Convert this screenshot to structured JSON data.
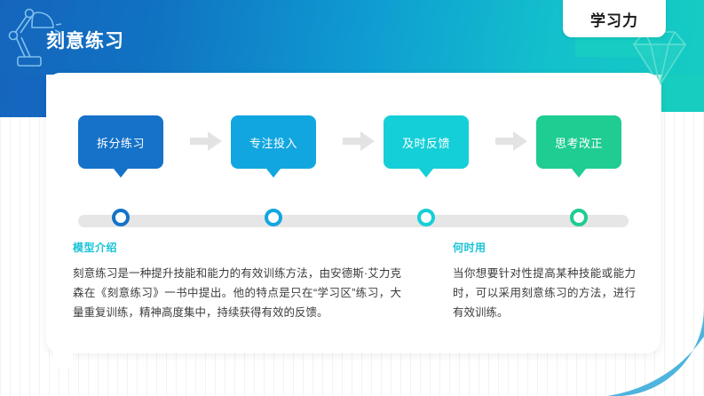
{
  "header": {
    "title": "刻意练习",
    "lamp_icon": "desk-lamp-icon",
    "gradient_start": "#1565bd",
    "gradient_end": "#15ccc2"
  },
  "badge": {
    "label": "学习力",
    "diamond_icon": "diamond-icon"
  },
  "flow": {
    "steps": [
      {
        "label": "拆分练习",
        "color": "#1572c8"
      },
      {
        "label": "专注投入",
        "color": "#12a6e0"
      },
      {
        "label": "及时反馈",
        "color": "#15cfd8"
      },
      {
        "label": "思考改正",
        "color": "#1fcc92"
      }
    ],
    "arrow_color": "#e3e3e3",
    "track_color": "#e6e6e6"
  },
  "sections": [
    {
      "heading": "模型介绍",
      "body": "刻意练习是一种提升技能和能力的有效训练方法，由安德斯·艾力克森在《刻意练习》一书中提出。他的特点是只在“学习区”练习，大量重复训练，精神高度集中，持续获得有效的反馈。"
    },
    {
      "heading": "何时用",
      "body": "当你想要针对性提高某种技能或能力时，可以采用刻意练习的方法，进行有效训练。"
    }
  ],
  "decor": {
    "arc_color": "#4eb4dd",
    "heading_color": "#19c3d6"
  }
}
